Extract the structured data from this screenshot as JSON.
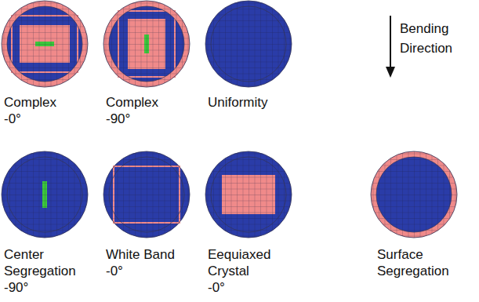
{
  "diagram": {
    "nodes": [
      {
        "text": [
          "Complex -0°"
        ]
      },
      {
        "text": [
          "Complex -90°"
        ]
      },
      {
        "text": [
          "Uniformity"
        ]
      },
      {
        "text": [
          "Center Segregation -90°"
        ]
      },
      {
        "text": [
          "White Band -0°"
        ]
      },
      {
        "text": [
          "Eequiaxed Crystal -0°"
        ]
      },
      {
        "text": [
          "Surface Segregation"
        ]
      }
    ],
    "labels": [
      "Bending Direction"
    ]
  }
}
